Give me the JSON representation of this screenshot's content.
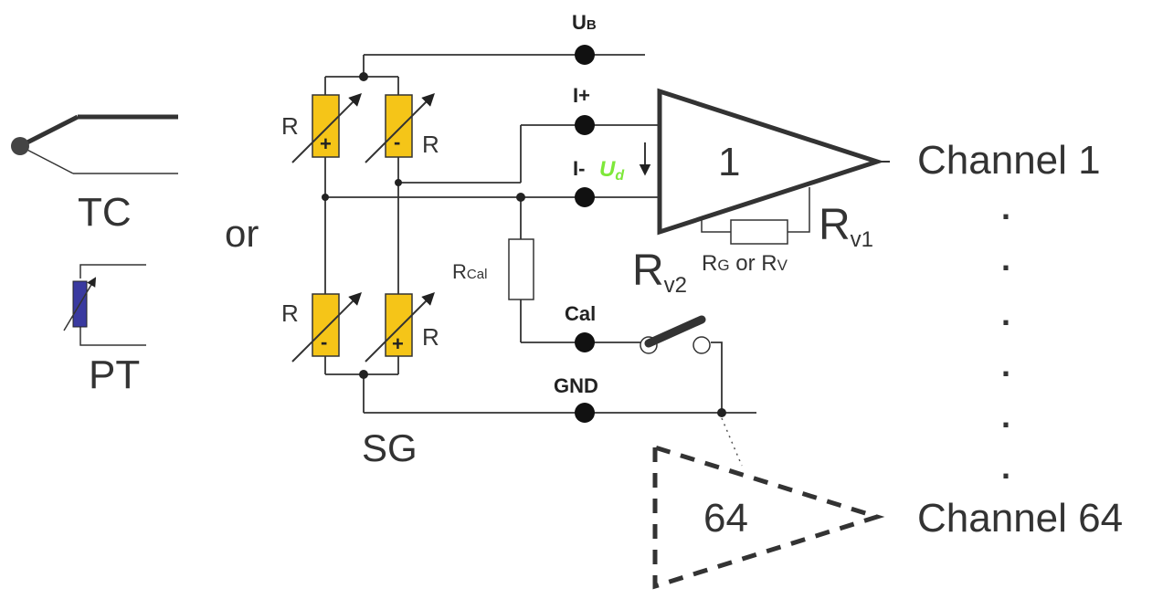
{
  "sensors": {
    "tc_label": "TC",
    "or_label": "or",
    "pt_label": "PT",
    "sg_label": "SG"
  },
  "bridge": {
    "r_labels": [
      "R",
      "R",
      "R",
      "R"
    ],
    "polarity": [
      "+",
      "-",
      "-",
      "+"
    ]
  },
  "terminals": {
    "ub_main": "U",
    "ub_sub": "B",
    "i_plus": "I+",
    "i_minus": "I-",
    "ud_main": "U",
    "ud_sub": "d",
    "cal": "Cal",
    "gnd": "GND"
  },
  "rcal": {
    "main": "R",
    "sub": "Cal"
  },
  "amplifier": {
    "number": "1",
    "rv1_main": "R",
    "rv1_sub": "v1",
    "rv2_main": "R",
    "rv2_sub": "v2",
    "rg_main": "R",
    "rg_sub": "G",
    "rg_or": " or ",
    "rv_main": "R",
    "rv_sub": "V"
  },
  "amplifier_64": {
    "number": "64"
  },
  "channels": {
    "first": "Channel 1",
    "last": "Channel 64",
    "ellipsis": [
      ".",
      ".",
      ".",
      ".",
      ".",
      "."
    ]
  },
  "colors": {
    "resistor_fill": "#f5c518",
    "pt_fill": "#3a3aa0",
    "ud_green": "#7ee83a",
    "wire": "#333333"
  }
}
